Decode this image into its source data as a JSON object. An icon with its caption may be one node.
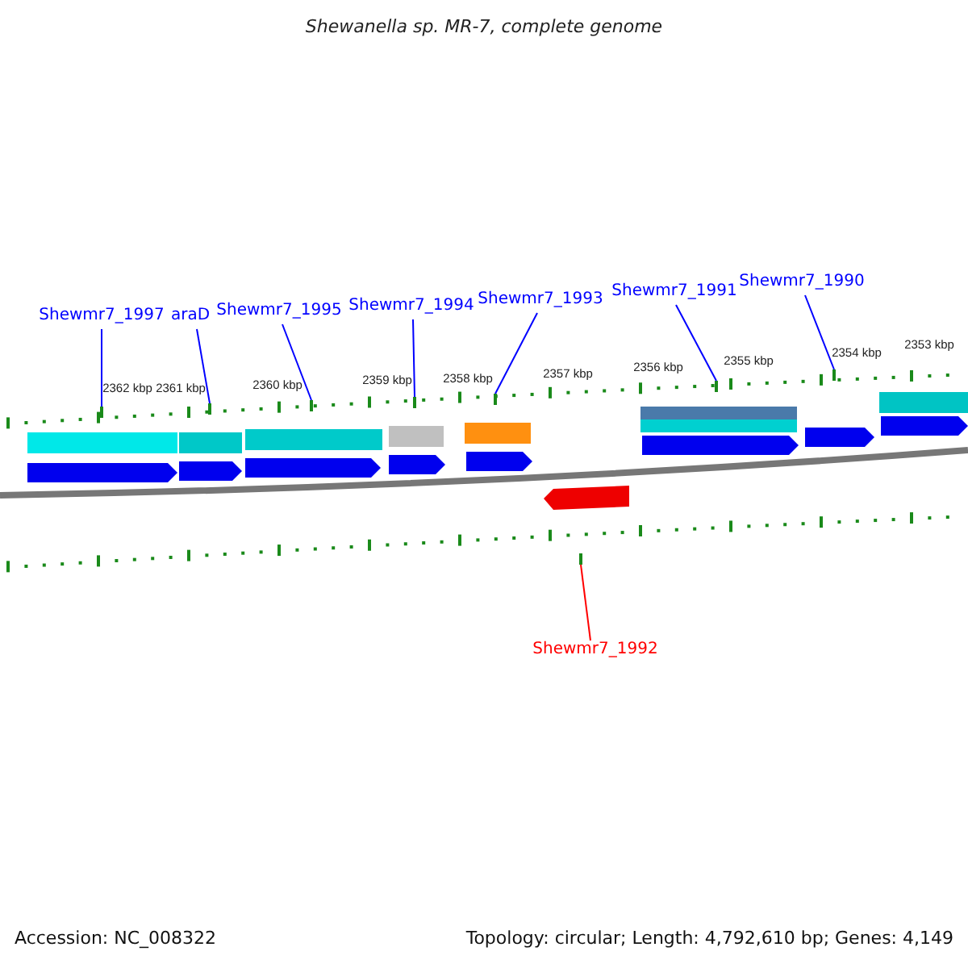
{
  "diagram": {
    "title": "Shewanella sp. MR-7, complete genome",
    "nodes": [
      {
        "text": [
          "Shewmr7_1997"
        ]
      },
      {
        "text": [
          "araD"
        ]
      },
      {
        "text": [
          "Shewmr7_1995"
        ]
      },
      {
        "text": [
          "Shewmr7_1994"
        ]
      },
      {
        "text": [
          "Shewmr7_1993"
        ]
      },
      {
        "text": [
          "Shewmr7_1991"
        ]
      },
      {
        "text": [
          "Shewmr7_1990"
        ]
      },
      {
        "text": [
          "Shewmr7_1992"
        ]
      },
      {
        "text": [],
        "shape": "bar"
      },
      {
        "text": [],
        "shape": "bar"
      },
      {
        "text": [],
        "shape": "bar"
      },
      {
        "text": [],
        "shape": "bar"
      },
      {
        "text": [],
        "shape": "bar"
      },
      {
        "text": [],
        "shape": "bar"
      },
      {
        "text": [],
        "shape": "bar"
      },
      {
        "text": [],
        "shape": "bar"
      }
    ],
    "edges": [
      {
        "from": 0,
        "to": 8,
        "arrow": "none"
      },
      {
        "from": 1,
        "to": 9,
        "arrow": "none"
      },
      {
        "from": 2,
        "to": 10,
        "arrow": "none"
      },
      {
        "from": 3,
        "to": 11,
        "arrow": "none"
      },
      {
        "from": 4,
        "to": 12,
        "arrow": "none"
      },
      {
        "from": 5,
        "to": 13,
        "arrow": "none"
      },
      {
        "from": 6,
        "to": 14,
        "arrow": "none"
      },
      {
        "from": 7,
        "to": 15,
        "arrow": "none",
        "color": "#ff0000"
      }
    ],
    "labels": [
      "2362 kbp",
      "2361 kbp",
      "2360 kbp",
      "2359 kbp",
      "2358 kbp",
      "2357 kbp",
      "2356 kbp",
      "2355 kbp",
      "2354 kbp",
      "2353 kbp",
      "Accession: NC_008322",
      "Topology: circular; Length: 4,792,610 bp; Genes: 4,149"
    ]
  }
}
